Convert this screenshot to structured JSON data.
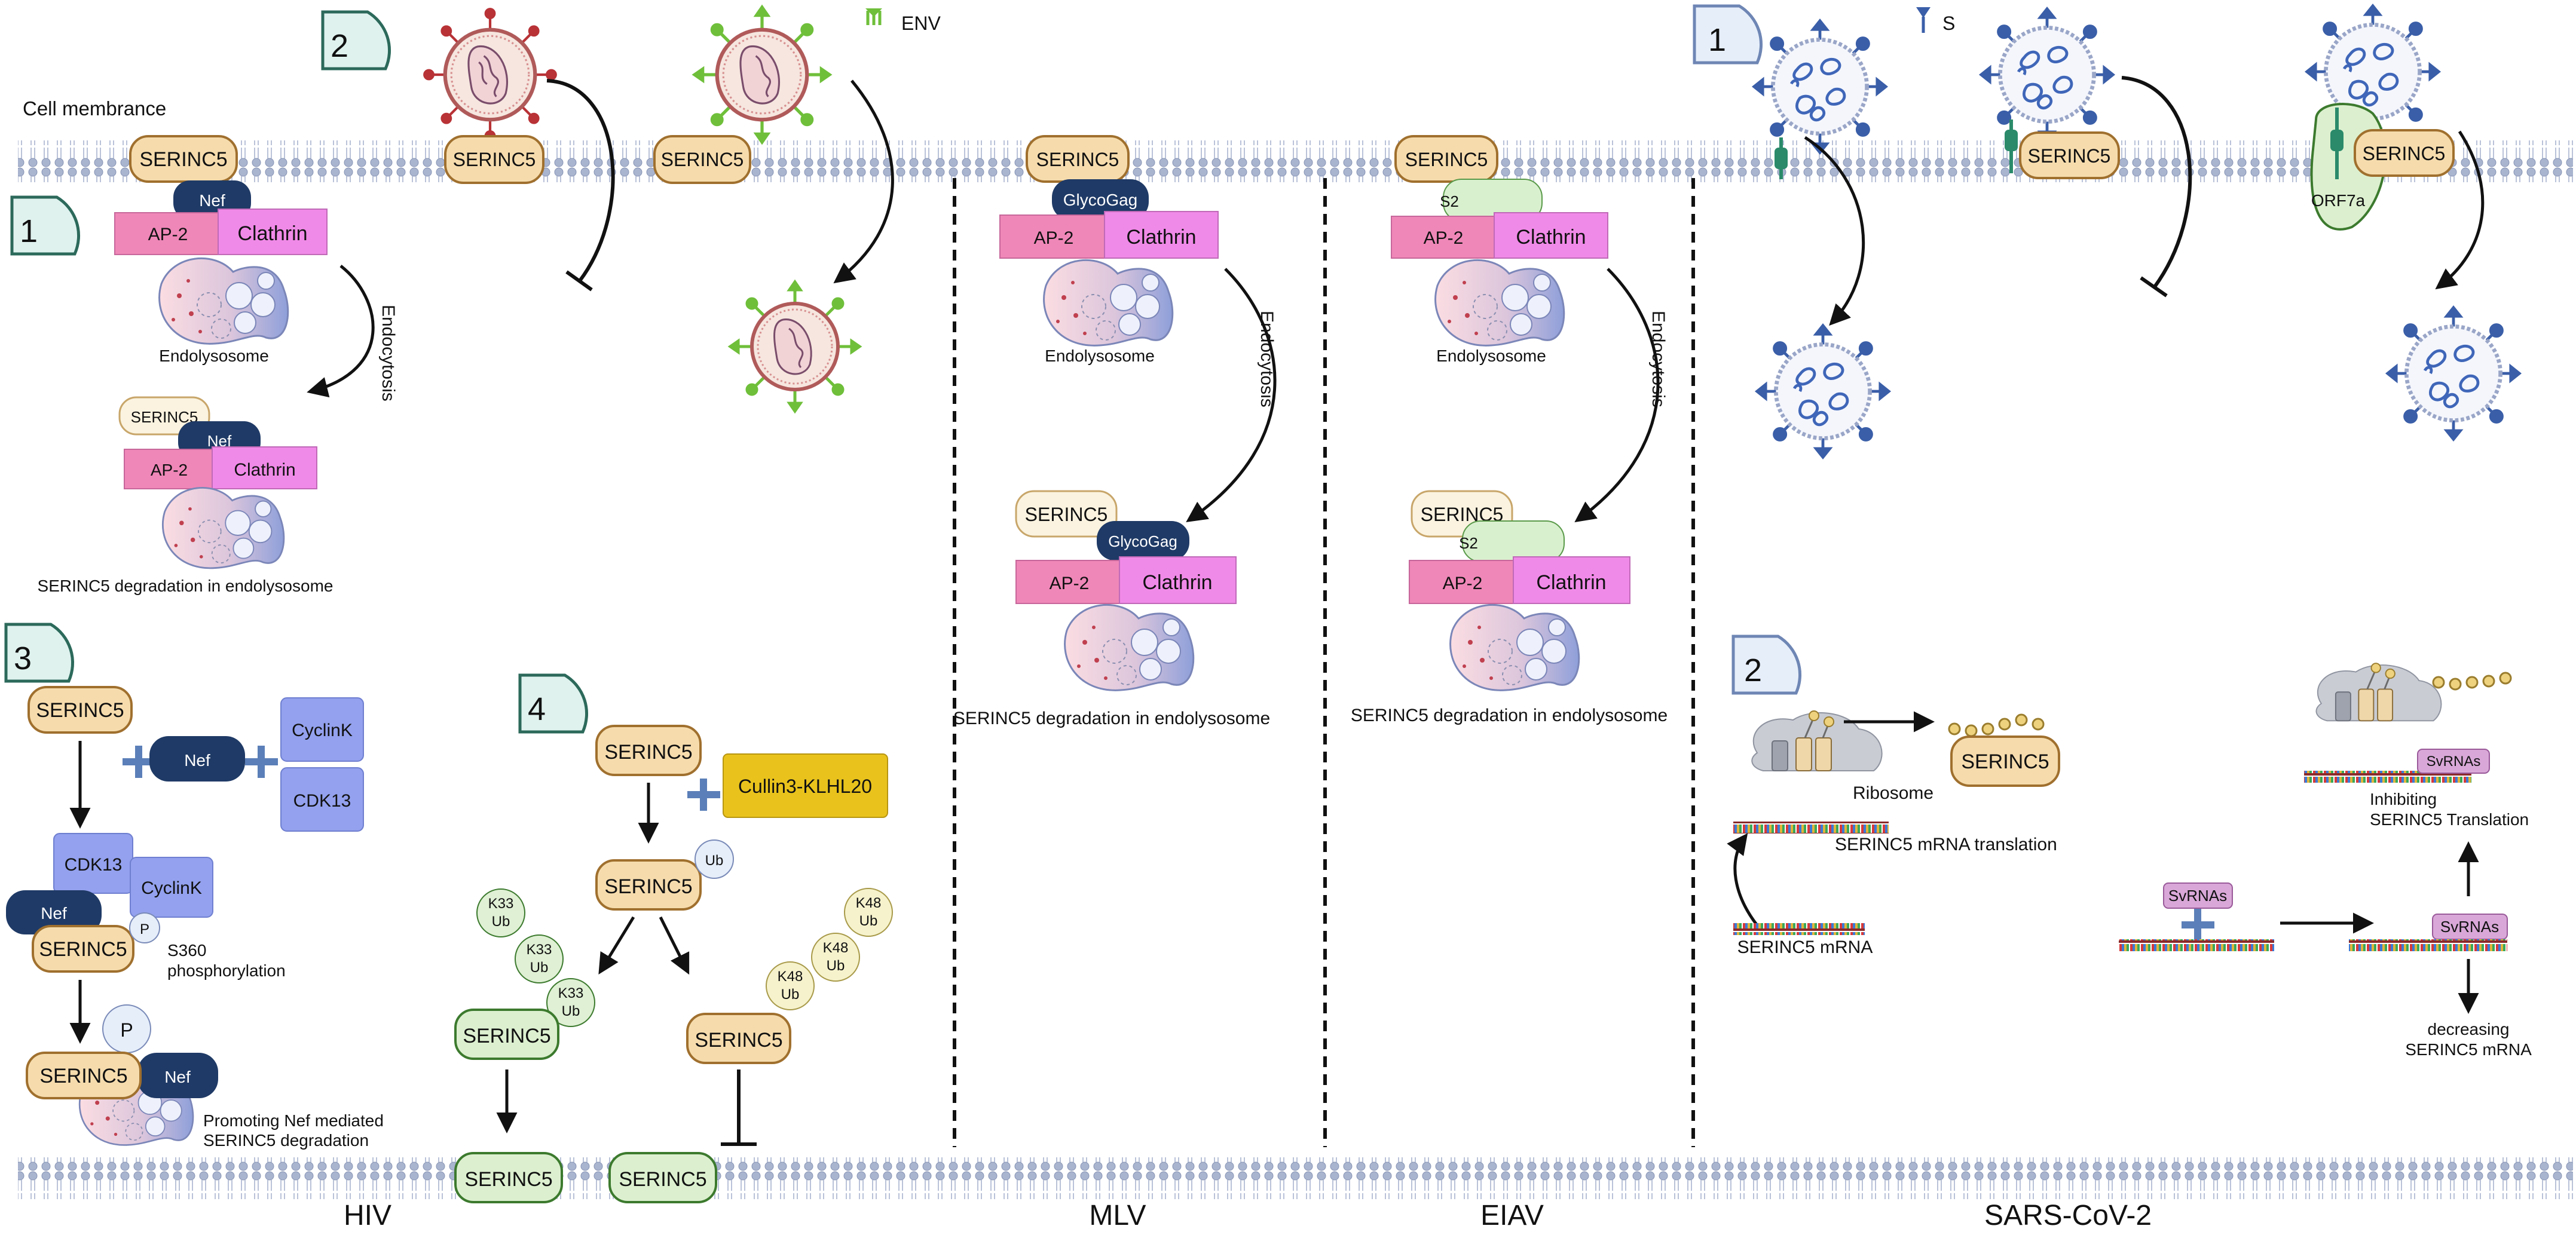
{
  "colors": {
    "membrane": "#9aa6c2",
    "serinc5_fill": "#f6dcad",
    "serinc5_stroke": "#a0702e",
    "serinc5_pale": "#fbf3df",
    "serinc5_green": "#dcf0cf",
    "green_stroke": "#3c7a2e",
    "nef": "#1f3a66",
    "ap2": "#ef87b8",
    "clathrin": "#f08ae8",
    "cdk": "#93a1ee",
    "cullin": "#e9c31c",
    "ub": "#dff0d4",
    "k48": "#f6f2cc",
    "s2": "#d9f0cf",
    "svrna": "#d9a8d8",
    "hiv_env": "#6fbf3a",
    "hiv_red": "#b83236",
    "sars_spike": "#3a5ea8",
    "badge_green": "#dff2ee",
    "badge_blue": "#e6eefa"
  },
  "labels": {
    "cell_membrance": "Cell membrance",
    "env_legend": "ENV",
    "s_legend": "S",
    "serinc5": "SERINC5",
    "nef": "Nef",
    "ap2": "AP-2",
    "clathrin": "Clathrin",
    "endolysosome": "Endolysosome",
    "endocytosis": "Endocytosis",
    "degradation": "SERINC5 degradation in endolysosome",
    "cyclink": "CyclinK",
    "cdk13": "CDK13",
    "p": "P",
    "s360": "S360",
    "phosphorylation": "phosphorylation",
    "promoting_1": "Promoting Nef mediated",
    "promoting_2": "SERINC5 degradation",
    "cullin": "Cullin3-KLHL20",
    "ub": "Ub",
    "k33": "K33",
    "k48": "K48",
    "glycogag": "GlycoGag",
    "s2": "S2",
    "orf7a": "ORF7a",
    "ribosome": "Ribosome",
    "mrna_translation": "SERINC5 mRNA translation",
    "mrna": "SERINC5 mRNA",
    "svrnas": "SvRNAs",
    "inhibiting_1": "Inhibiting",
    "inhibiting_2": "SERINC5 Translation",
    "decreasing_1": "decreasing",
    "decreasing_2": "SERINC5 mRNA"
  },
  "badges": {
    "hiv_1": "1",
    "hiv_2": "2",
    "hiv_3": "3",
    "hiv_4": "4",
    "sars_1": "1",
    "sars_2": "2"
  },
  "sections": {
    "hiv": "HIV",
    "mlv": "MLV",
    "eiav": "EIAV",
    "sars": "SARS-CoV-2"
  }
}
